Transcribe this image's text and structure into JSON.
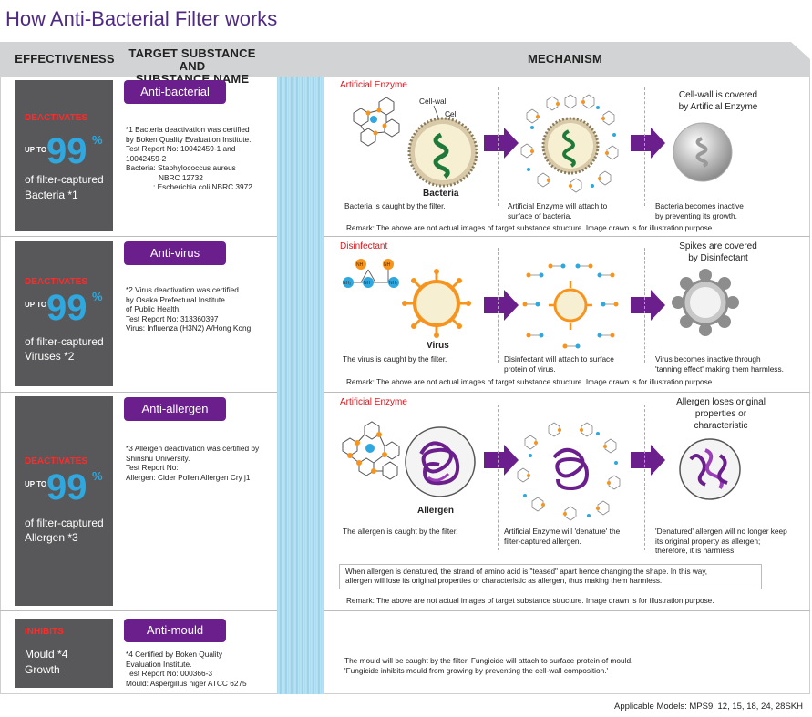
{
  "title": "How Anti-Bacterial Filter works",
  "headers": {
    "effectiveness": "EFFECTIVENESS",
    "target_line1": "TARGET SUBSTANCE AND",
    "target_line2": "SUBSTANCE NAME",
    "mechanism": "MECHANISM"
  },
  "colors": {
    "purple": "#6a1f8c",
    "blue_pct": "#2ea8df",
    "red_text": "#d71920",
    "panel_gray": "#58585a"
  },
  "rows": [
    {
      "eff_status": "DEACTIVATES",
      "eff_upto": "UP TO",
      "eff_percent": "99",
      "eff_pct_sign": "%",
      "eff_line1": "of filter-captured",
      "eff_line2": "Bacteria *1",
      "pill": "Anti-bacterial",
      "note": [
        "*1 Bacteria deactivation was certified",
        "by Boken Quality Evaluation Institute.",
        "Test Report No: 10042459-1 and",
        "10042459-2",
        "Bacteria: Staphylococcus aureus",
        "NBRC 12732",
        ": Escherichia coli NBRC 3972"
      ],
      "mech_label": "Artificial Enzyme",
      "label_cellwall": "Cell-wall",
      "label_cell": "Cell",
      "organism": "Bacteria",
      "step1": [
        "Bacteria is caught by the filter."
      ],
      "step2": [
        "Artificial Enzyme will attach to",
        "surface of bacteria."
      ],
      "result_title": [
        "Cell-wall is covered",
        "by Artificial Enzyme"
      ],
      "step3": [
        "Bacteria becomes inactive",
        "by preventing its growth."
      ],
      "remark": "Remark: The above are not actual images of target substance structure. Image drawn is for illustration purpose."
    },
    {
      "eff_status": "DEACTIVATES",
      "eff_upto": "UP TO",
      "eff_percent": "99",
      "eff_pct_sign": "%",
      "eff_line1": "of filter-captured",
      "eff_line2": "Viruses *2",
      "pill": "Anti-virus",
      "note": [
        "*2 Virus deactivation was certified",
        "by Osaka Prefectural Institute",
        "of Public Health.",
        "Test Report No: 313360397",
        "Virus: Influenza (H3N2) A/Hong Kong"
      ],
      "mech_label": "Disinfectant",
      "nh_label": "NH",
      "nh2_label": "NH₂",
      "organism": "Virus",
      "step1": [
        "The virus is caught by the filter."
      ],
      "step2": [
        "Disinfectant will attach to surface",
        "protein of virus."
      ],
      "result_title": [
        "Spikes are covered",
        "by Disinfectant"
      ],
      "step3": [
        "Virus becomes inactive through",
        "'tanning effect' making them harmless."
      ],
      "remark": "Remark: The above are not actual images of target substance structure. Image drawn is for illustration purpose."
    },
    {
      "eff_status": "DEACTIVATES",
      "eff_upto": "UP TO",
      "eff_percent": "99",
      "eff_pct_sign": "%",
      "eff_line1": "of filter-captured",
      "eff_line2": "Allergen *3",
      "pill": "Anti-allergen",
      "note": [
        "*3 Allergen deactivation was certified by",
        "Shinshu University.",
        "Test Report No:",
        "Allergen: Cider Pollen Allergen Cry j1"
      ],
      "mech_label": "Artificial Enzyme",
      "organism": "Allergen",
      "step1": [
        "The allergen is caught by the filter."
      ],
      "step2": [
        "Artificial Enzyme will 'denature' the",
        "filter-captured allergen."
      ],
      "result_title": [
        "Allergen loses original",
        "properties or",
        "characteristic"
      ],
      "step3": [
        "'Denatured' allergen will no longer keep",
        "its original property as allergen;",
        "therefore, it is harmless."
      ],
      "explain": [
        "When allergen is denatured, the strand of amino acid is \"teased\" apart hence changing the shape. In this way,",
        "allergen will lose its original properties or characteristic as allergen, thus making them harmless."
      ],
      "remark": "Remark: The above are not actual images of target substance structure. Image drawn is for illustration purpose."
    },
    {
      "eff_status": "INHIBITS",
      "eff_line1": "Mould *4",
      "eff_line2": "Growth",
      "pill": "Anti-mould",
      "note": [
        "*4 Certified by Boken Quality",
        "Evaluation Institute.",
        "Test Report No: 000366-3",
        "Mould: Aspergillus niger ATCC 6275"
      ],
      "mech_text": [
        "The mould will be caught by the filter. Fungicide will attach to surface protein of mould.",
        "'Fungicide inhibits mould from growing by preventing the cell-wall composition.'"
      ]
    }
  ],
  "footer": "Applicable Models: MPS9, 12, 15, 18, 24, 28SKH"
}
